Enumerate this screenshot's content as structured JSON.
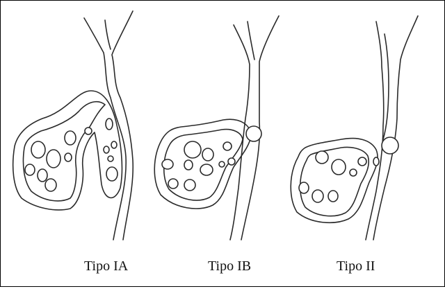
{
  "figure": {
    "labels": [
      "Tipo IA",
      "Tipo IB",
      "Tipo II"
    ],
    "colors": {
      "line": "#2a2a2a",
      "background": "#ffffff",
      "border": "#000000"
    }
  }
}
